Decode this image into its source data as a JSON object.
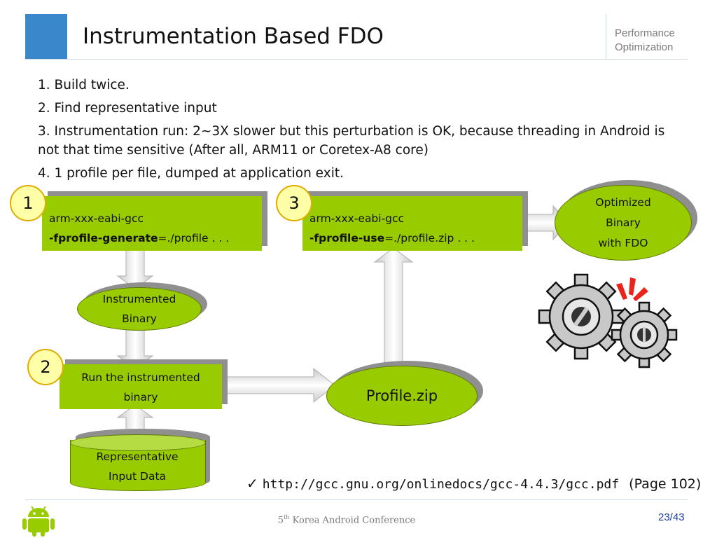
{
  "header": {
    "title": "Instrumentation Based FDO",
    "section_line1": "Performance",
    "section_line2": "Optimization"
  },
  "bullets": [
    "1. Build twice.",
    "2. Find representative input",
    "3. Instrumentation run: 2~3X slower but this perturbation is OK, because threading in Android is not that time sensitive (After all, ARM11 or Coretex-A8 core)",
    "4. 1 profile per file, dumped at application exit."
  ],
  "diagram": {
    "step1": {
      "badge": "1",
      "line1": "arm-xxx-eabi-gcc",
      "flag": "-fprofile-generate",
      "rest": "=./profile . . ."
    },
    "instrumented_binary": {
      "line1": "Instrumented",
      "line2": "Binary"
    },
    "step2": {
      "badge": "2",
      "line1": "Run the instrumented",
      "line2": "binary"
    },
    "representative_input": {
      "line1": "Representative",
      "line2": "Input Data"
    },
    "profile_zip": "Profile.zip",
    "step3": {
      "badge": "3",
      "line1": "arm-xxx-eabi-gcc",
      "flag": "-fprofile-use",
      "rest": "=./profile.zip . . ."
    },
    "optimized_binary": {
      "line1": "Optimized",
      "line2": "Binary",
      "line3": "with FDO"
    }
  },
  "reference": {
    "url": "http://gcc.gnu.org/onlinedocs/gcc-4.4.3/gcc.pdf",
    "page": "(Page 102)"
  },
  "footer": {
    "ordinal": "5",
    "ordinal_suffix": "th",
    "conference": "Korea Android Conference",
    "page": "23/43"
  },
  "colors": {
    "accent_blue": "#3a87cc",
    "box_green": "#99cc00",
    "badge_yellow": "#ffffa8",
    "page_number": "#1f3fa0"
  },
  "icons": [
    "android-logo",
    "gears-icon",
    "checkmark-icon"
  ]
}
